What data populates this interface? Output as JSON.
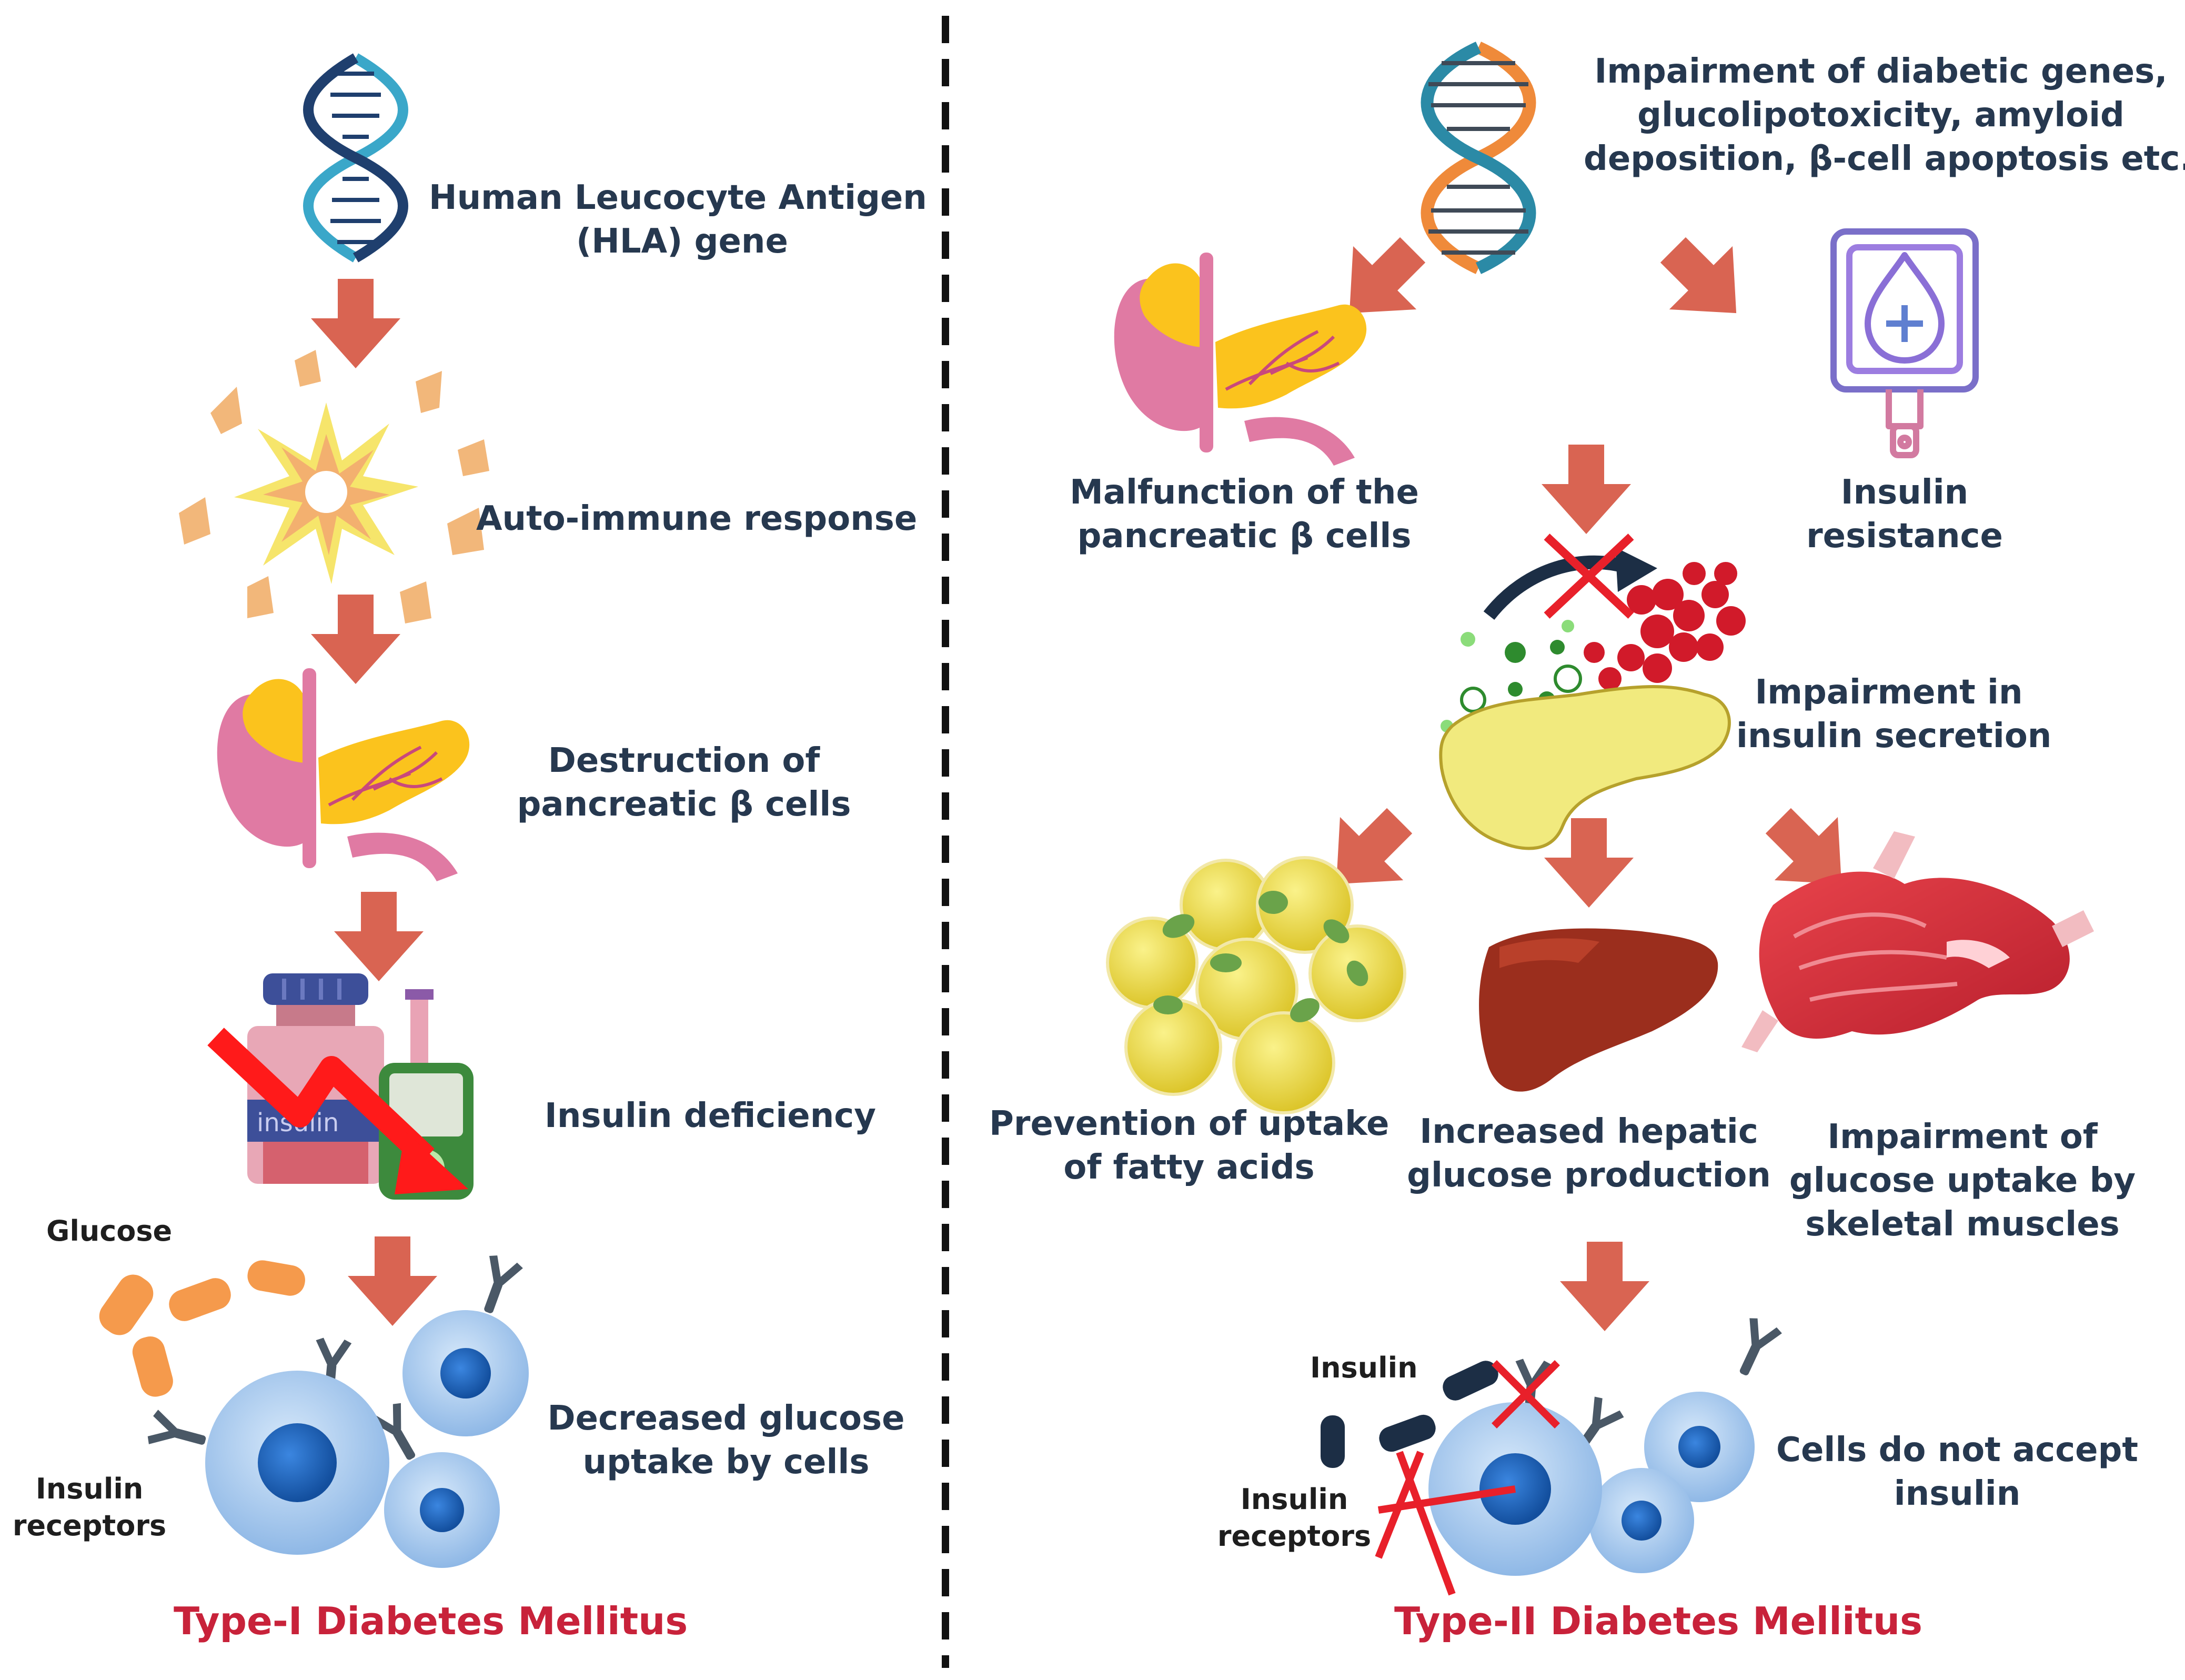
{
  "type1": {
    "steps": [
      {
        "line1": "Human Leucocyte Antigen",
        "line2": "(HLA) gene"
      },
      {
        "line1": "Auto-immune response"
      },
      {
        "line1": "Destruction of",
        "line2": "pancreatic  β cells"
      },
      {
        "line1": "Insulin deficiency"
      },
      {
        "line1": "Decreased glucose",
        "line2": "uptake by cells"
      }
    ],
    "glucose_label": "Glucose",
    "receptor_label": {
      "line1": "Insulin",
      "line2": "receptors"
    },
    "vial_label": "insulin",
    "title": "Type-I Diabetes Mellitus"
  },
  "type2": {
    "cause": {
      "line1": "Impairment of diabetic genes,",
      "line2": "glucolipotoxicity, amyloid",
      "line3": "deposition, β-cell apoptosis etc."
    },
    "malfunction": {
      "line1": "Malfunction of the",
      "line2": "pancreatic β cells"
    },
    "resistance": {
      "line1": "Insulin",
      "line2": "resistance"
    },
    "secretion": {
      "line1": "Impairment in",
      "line2": "insulin secretion"
    },
    "fatty": {
      "line1": "Prevention of uptake",
      "line2": "of fatty acids"
    },
    "hepatic": {
      "line1": "Increased hepatic",
      "line2": "glucose production"
    },
    "muscle": {
      "line1": "Impairment of",
      "line2": "glucose uptake by",
      "line3": "skeletal muscles"
    },
    "insulin_label": "Insulin",
    "receptor_label": {
      "line1": "Insulin",
      "line2": "receptors"
    },
    "cells": {
      "line1": "Cells do not accept",
      "line2": "insulin"
    },
    "title": "Type-II Diabetes Mellitus"
  },
  "colors": {
    "arrow": "#d96452",
    "text": "#26384f",
    "title": "#c8223a",
    "cell": "#a9cbee",
    "nucleus": "#1a63c6",
    "divider": "#111111"
  },
  "icons": [
    "dna-icon",
    "immune-burst-icon",
    "pancreas-icon",
    "insulin-vial-icon",
    "glucose-icon",
    "cell-icon",
    "receptor-icon",
    "iv-bag-icon",
    "fat-cells-icon",
    "liver-icon",
    "muscle-icon",
    "cross-icon"
  ]
}
